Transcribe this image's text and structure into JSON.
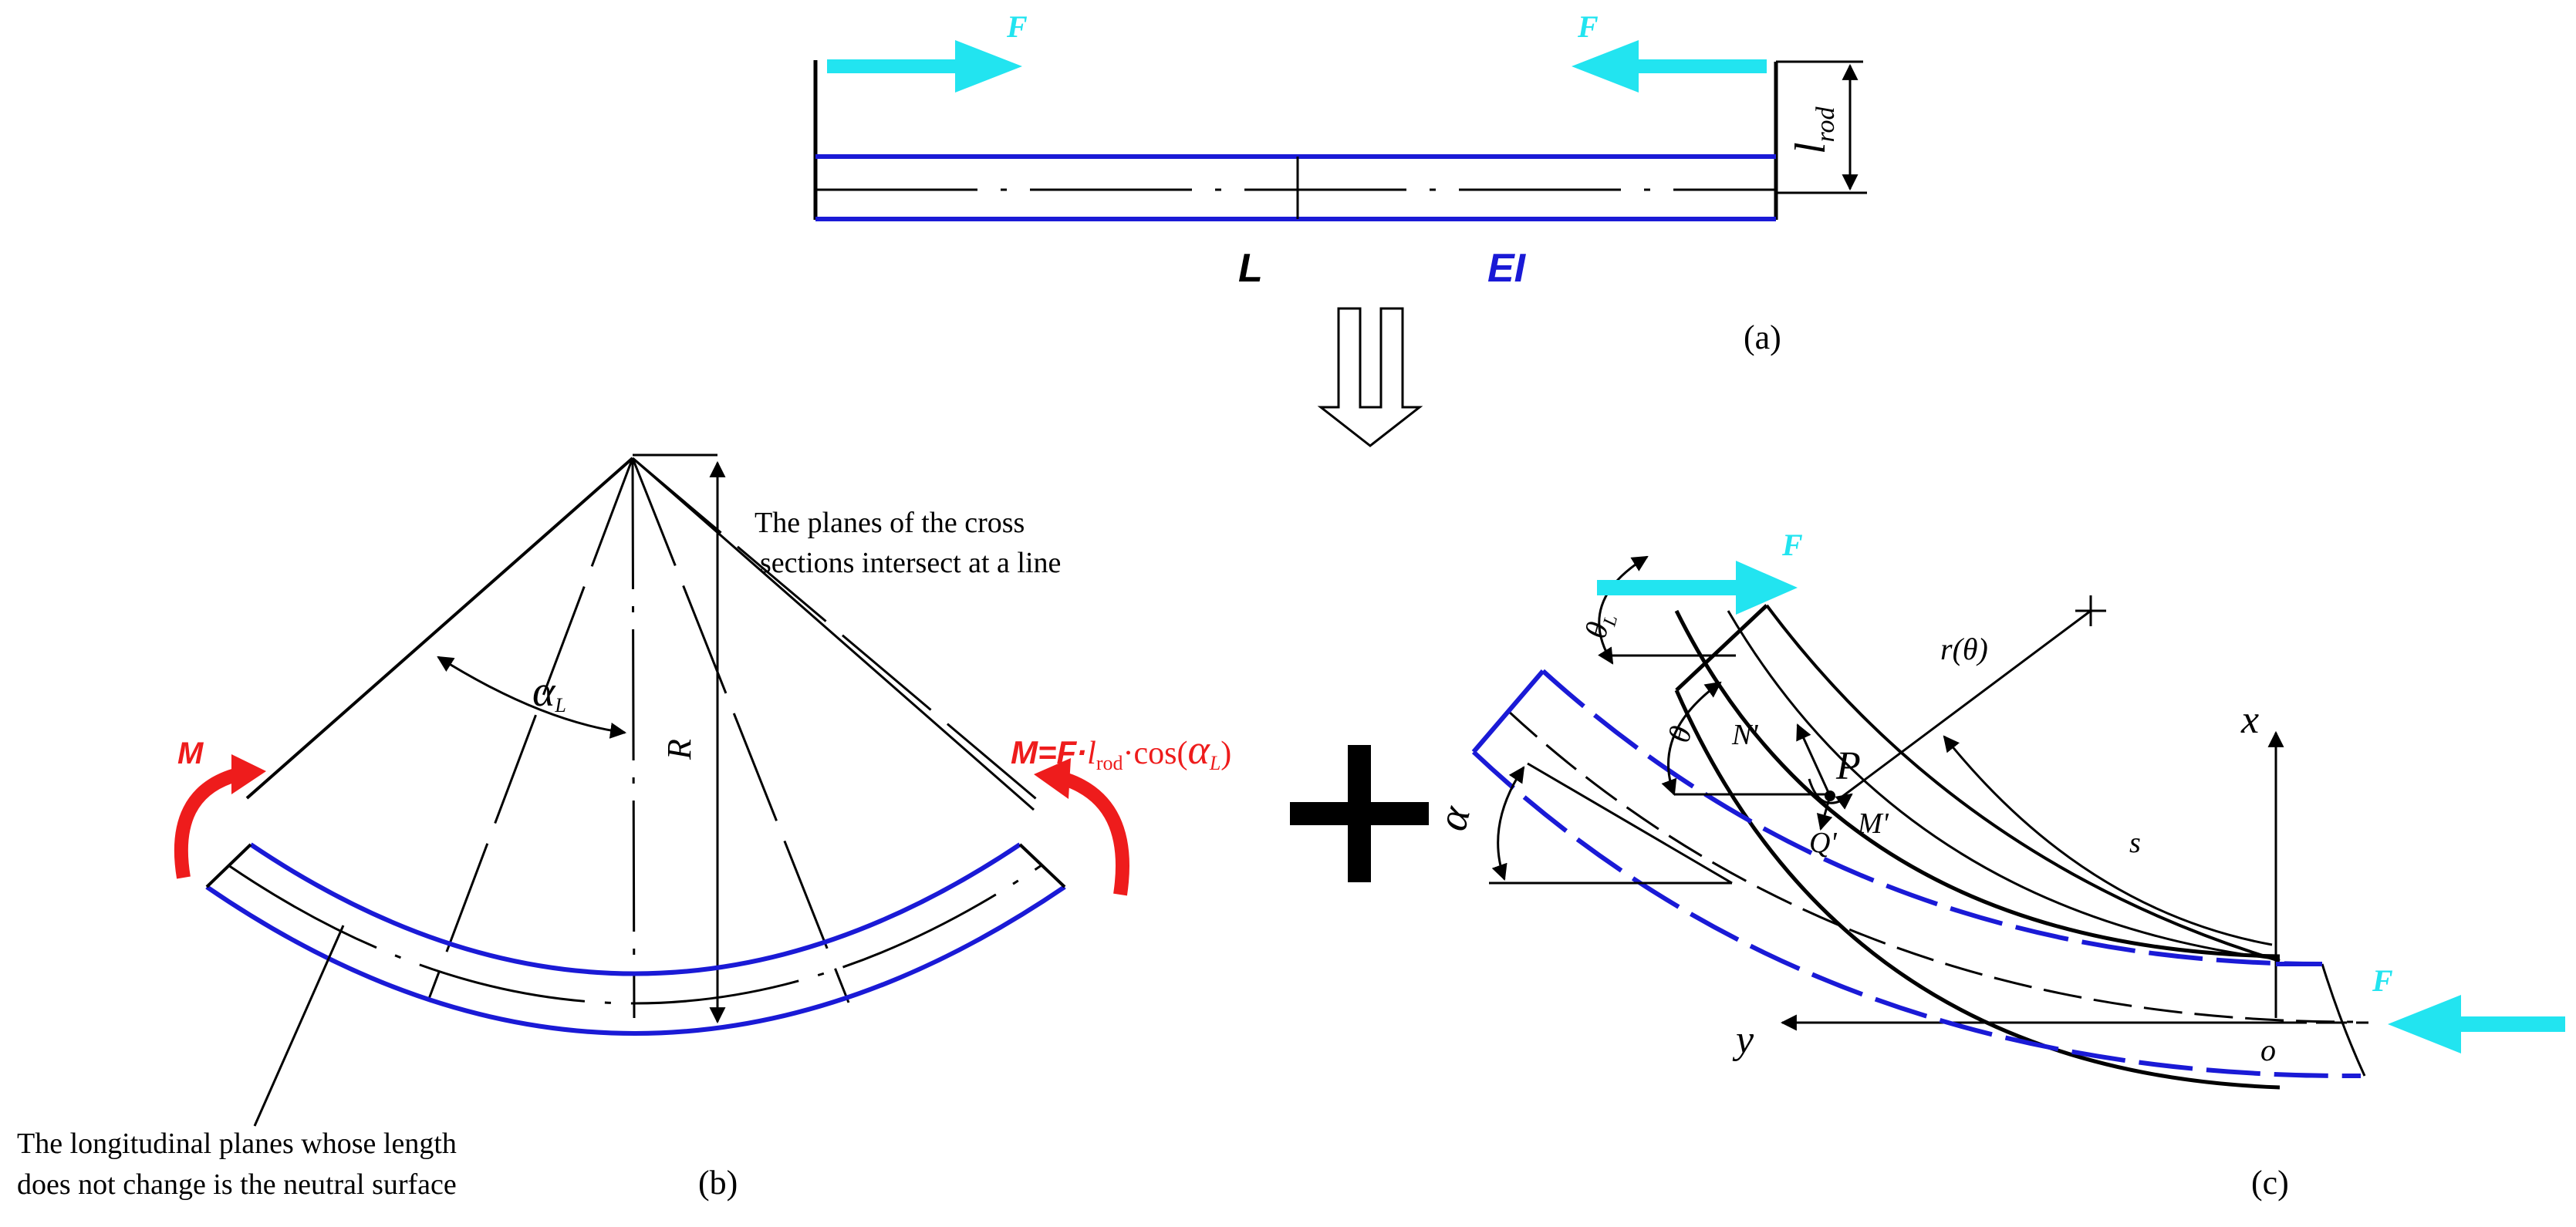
{
  "panel_a": {
    "force_label_left": "F",
    "force_label_right": "F",
    "l_rod_main": "l",
    "l_rod_sub": "rod",
    "length_label": "L",
    "stiffness_label": "EI",
    "caption": "(a)"
  },
  "panel_b": {
    "moment_left": "M",
    "moment_right_prefix": "M=F·",
    "moment_right_l": "l",
    "moment_right_l_sub": "rod",
    "moment_right_cos": "·cos(",
    "moment_right_alpha": "α",
    "moment_right_alpha_sub": "L",
    "moment_right_close": ")",
    "radius_label": "R",
    "angle_label": "α",
    "angle_sub": "L",
    "note_top_line1": "The planes of the cross",
    "note_top_line2": "sections intersect at a line",
    "note_bottom_line1": "The longitudinal planes whose length",
    "note_bottom_line2": "does not change is the neutral surface",
    "caption": "(b)"
  },
  "panel_c": {
    "force_label_top": "F",
    "force_label_right": "F",
    "theta_L": "θ",
    "theta_L_sub": "L",
    "theta": "θ",
    "alpha": "α",
    "r_theta": "r(θ)",
    "N_prime": "N'",
    "P": "P",
    "M_prime": "M'",
    "Q_prime": "Q'",
    "s": "s",
    "x_axis": "x",
    "y_axis": "y",
    "origin": "o",
    "caption": "(c)"
  },
  "plus_sign": "+",
  "colors": {
    "beam": "#1a1ad6",
    "force_arrow": "#22e4f0",
    "moment": "#ee1c1c",
    "line": "#000000"
  }
}
